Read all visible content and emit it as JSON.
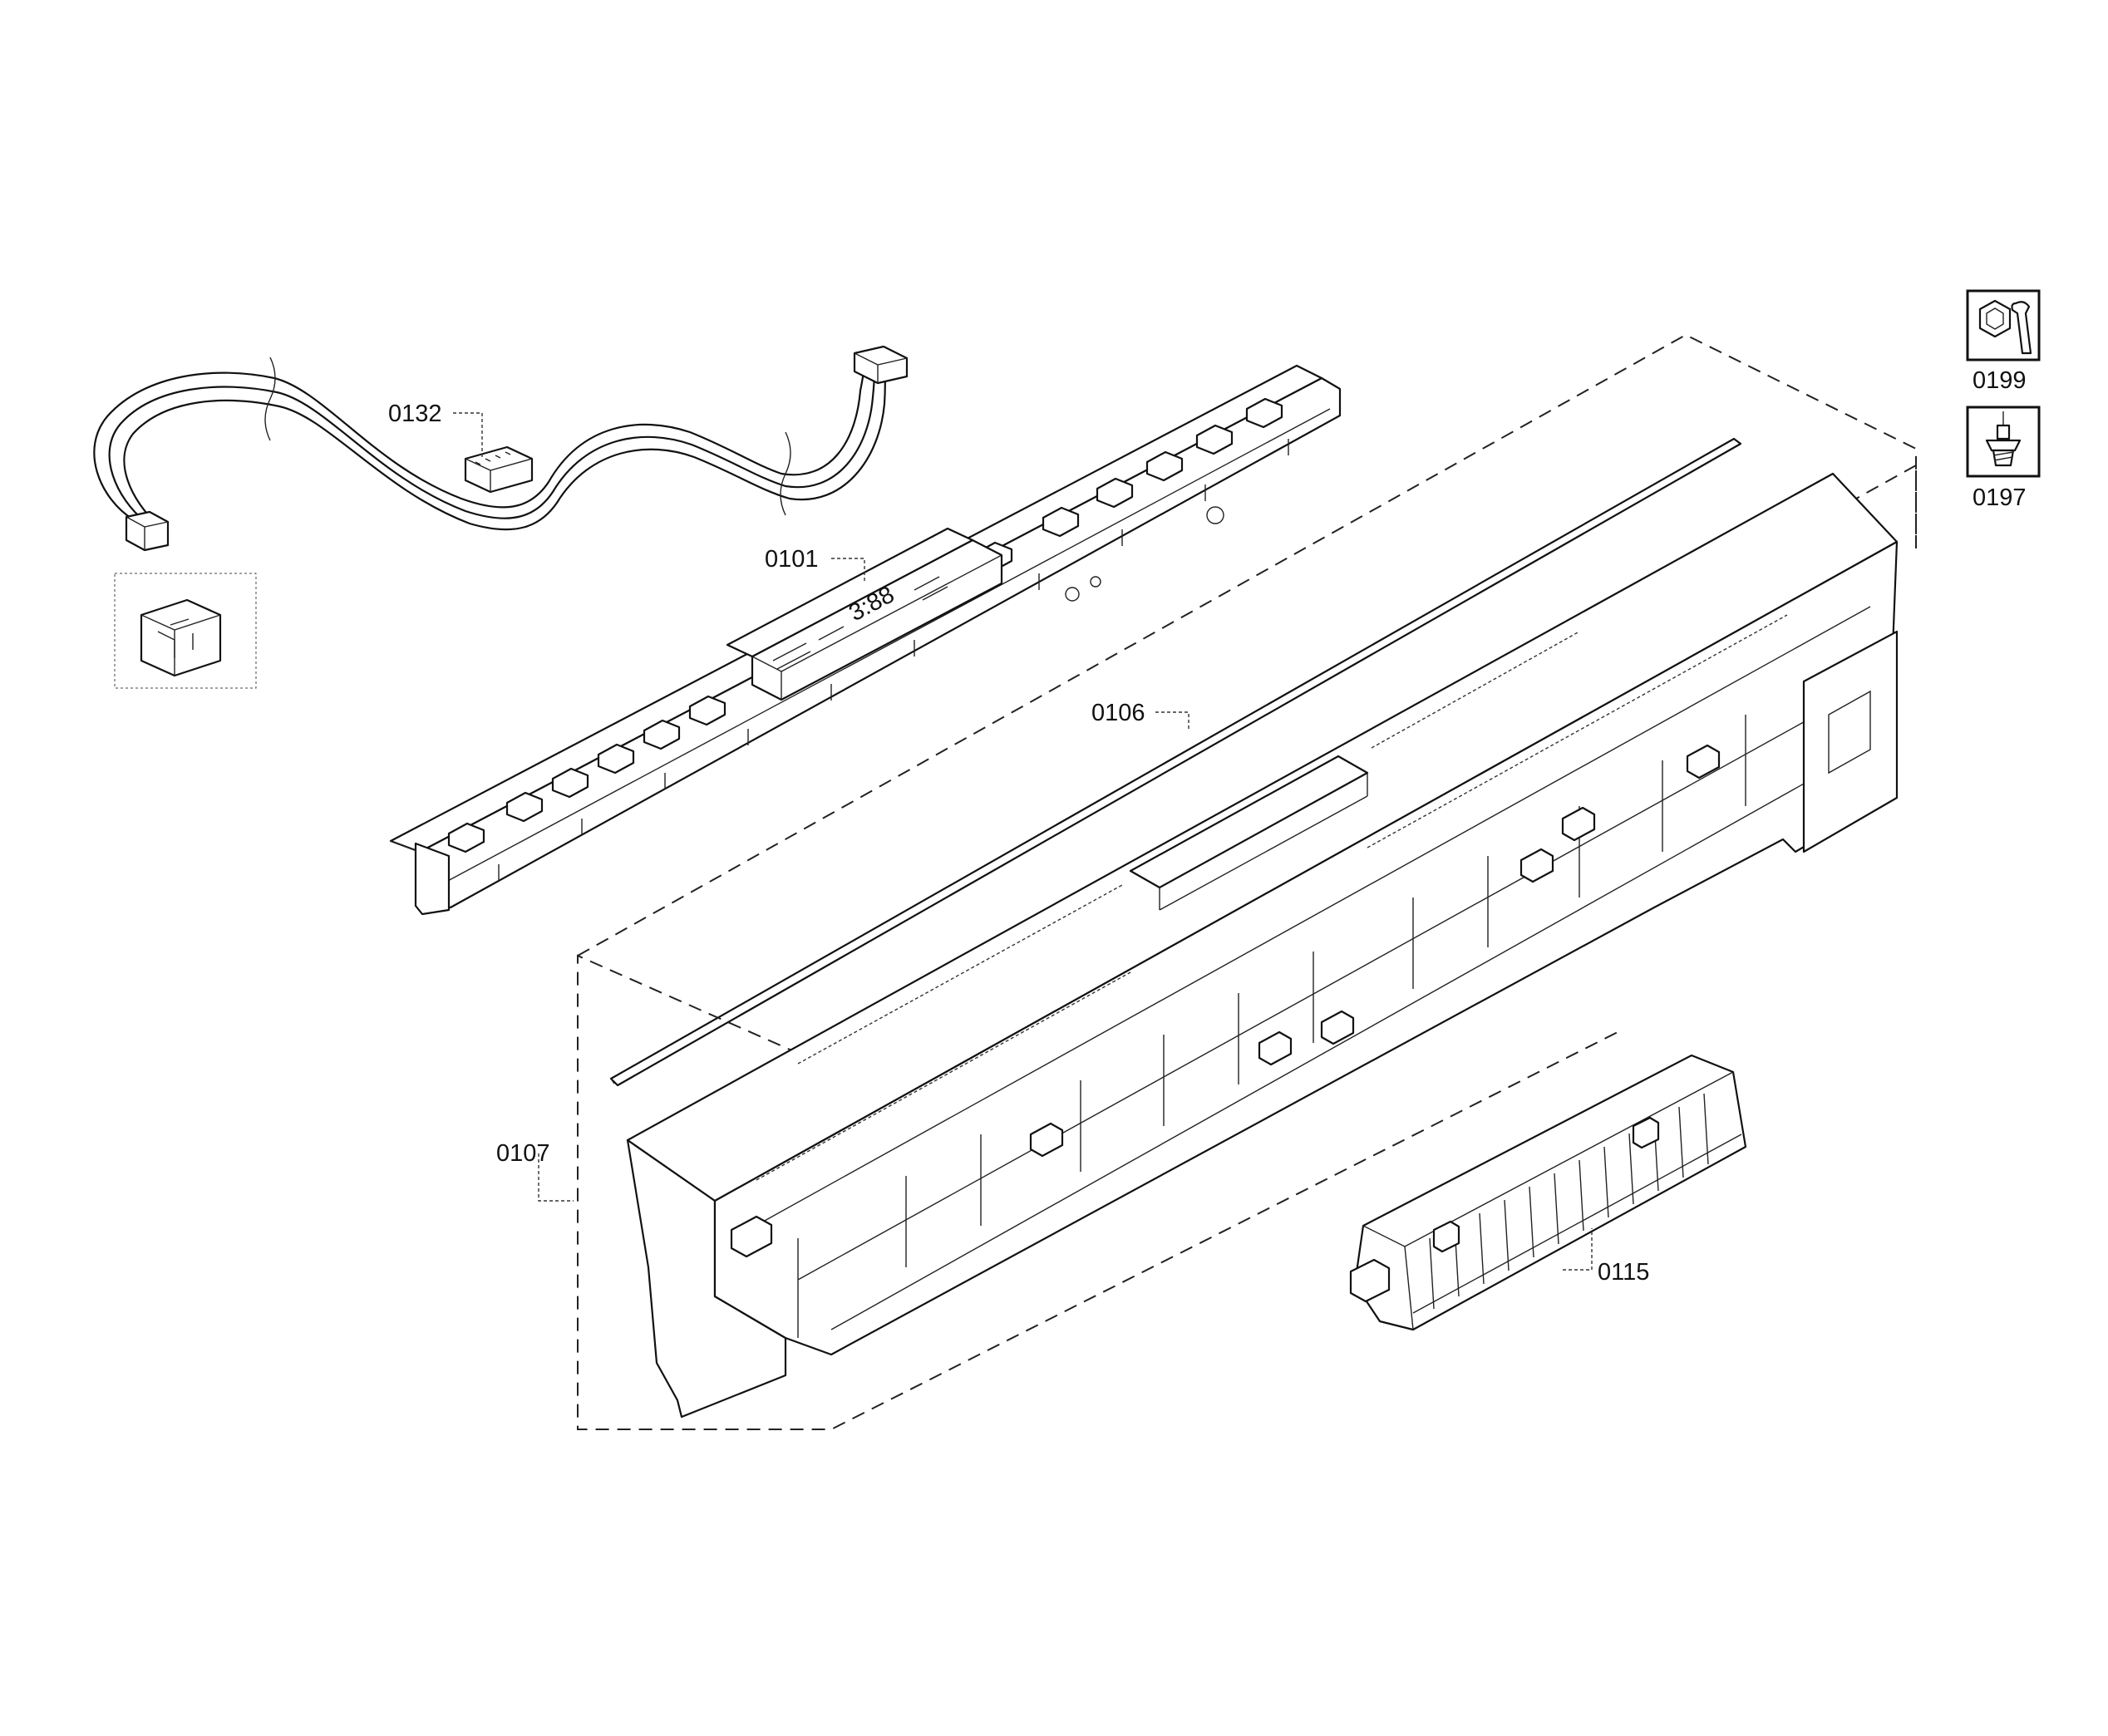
{
  "diagram": {
    "parts": [
      {
        "id": "p0132",
        "number": "0132",
        "description": "wire harness"
      },
      {
        "id": "p0101",
        "number": "0101",
        "description": "control module"
      },
      {
        "id": "p0106",
        "number": "0106",
        "description": "seal strip"
      },
      {
        "id": "p0107",
        "number": "0107",
        "description": "control panel fascia"
      },
      {
        "id": "p0115",
        "number": "0115",
        "description": "handle"
      }
    ],
    "legend": [
      {
        "id": "l0199",
        "number": "0199",
        "icon": "hex-bolt-wrench-icon"
      },
      {
        "id": "l0197",
        "number": "0197",
        "icon": "screw-icon"
      }
    ],
    "module_display": "3:88"
  }
}
